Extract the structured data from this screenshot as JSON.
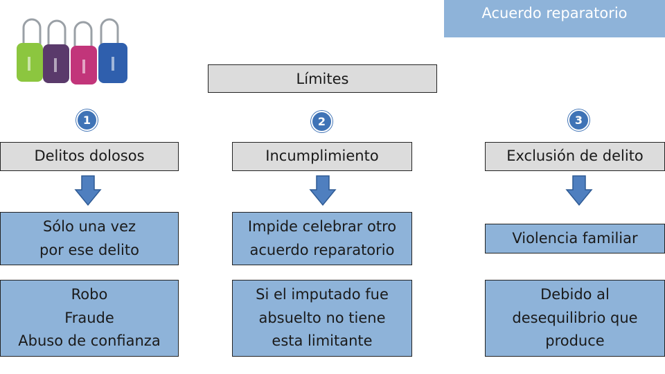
{
  "title": "Acuerdo reparatorio",
  "limits": "Límites",
  "colors": {
    "light_blue": "#8eb3d9",
    "badge_blue": "#3f73b6",
    "grey": "#dcdcdc",
    "arrow": "#4f7fbf"
  },
  "image": {
    "name": "padlocks-image",
    "colors": [
      "#8cc63f",
      "#5a3a6b",
      "#c2357a",
      "#2f5fad"
    ]
  },
  "columns": [
    {
      "number": "1",
      "heading": "Delitos dolosos",
      "rule": "Sólo una vez\npor ese delito",
      "detail": "Robo\nFraude\nAbuso de confianza"
    },
    {
      "number": "2",
      "heading": "Incumplimiento",
      "rule": "Impide celebrar otro\nacuerdo reparatorio",
      "detail": "Si el imputado fue\nabsuelto no tiene\nesta limitante"
    },
    {
      "number": "3",
      "heading": "Exclusión de delito",
      "rule": "Violencia familiar",
      "detail": "Debido al\ndesequilibrio que\nproduce"
    }
  ]
}
